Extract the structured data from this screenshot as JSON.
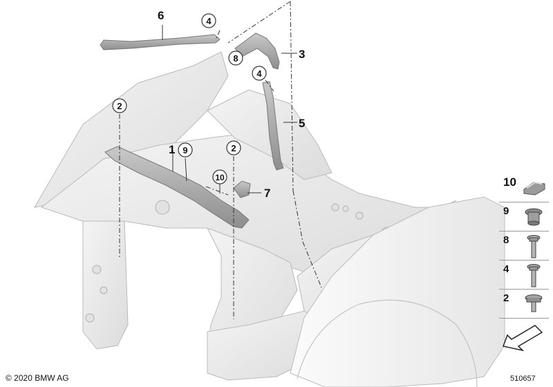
{
  "copyright": "© 2020 BMW AG",
  "diagram_number": "510657",
  "callouts": {
    "c1": "1",
    "c2a": "2",
    "c2b": "2",
    "c3": "3",
    "c4a": "4",
    "c4b": "4",
    "c5": "5",
    "c6": "6",
    "c7": "7",
    "c8": "8",
    "c9": "9",
    "c10": "10"
  },
  "legend": [
    "10",
    "9",
    "8",
    "4",
    "2"
  ],
  "legend_icons": [
    "clip-nut-icon",
    "grommet-icon",
    "flange-bolt-icon",
    "flange-bolt-icon",
    "hex-bolt-icon"
  ]
}
